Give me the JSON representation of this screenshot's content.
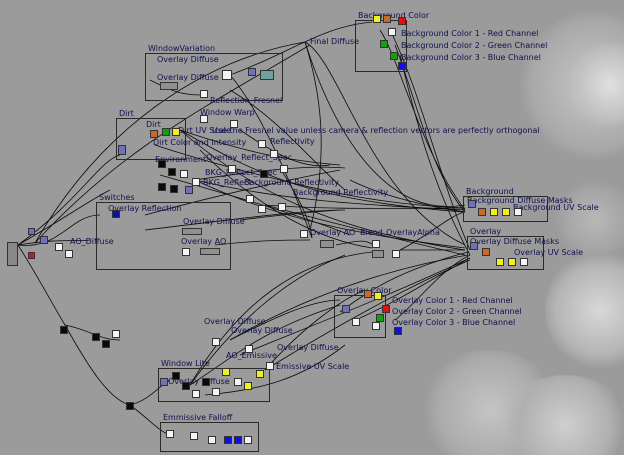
{
  "groups": [
    {
      "label": "WindowVariation"
    },
    {
      "label": "Dirt"
    },
    {
      "label": "Switches"
    },
    {
      "label": "Background Color"
    },
    {
      "label": "Background"
    },
    {
      "label": "Overlay"
    },
    {
      "label": "Overlay Color"
    },
    {
      "label": "Window Lite"
    },
    {
      "label": "Emmissive Falloff"
    }
  ],
  "labels": [
    "Final Diffuse",
    "Background Color 1 - Red Channel",
    "Background Color 2 - Green Channel",
    "Background Color 3 - Blue Channel",
    "Overlay Diffuse",
    "Overlay Diffuse",
    "Reflection_Fresnel",
    "Window Warp",
    "Dirt",
    "Dirt UV Scale",
    "Use the Fresnel value unless camera & reflection vectors are perfectly orthogonal",
    "Dirt Color and Intensity",
    "Reflectivity",
    "Environment",
    "Overlay_Reflect_Spec",
    "BKG_Reflect_Spec",
    "BKG_Reflect",
    "Background Reflectivity",
    "Background Reflectivity",
    "Overlay Reflection",
    "Overlay Diffuse",
    "AO_Diffuse",
    "Overlay AO",
    "Overlay AO",
    "Blend",
    "OverlayAlpha",
    "Background Diffuse Masks",
    "Background UV Scale",
    "Overlay Diffuse Masks",
    "Overlay UV Scale",
    "Overlay Color 1 - Red Channel",
    "Overlay Color 2 - Green Channel",
    "Overlay Color 3 - Blue Channel",
    "Overlay Diffuse",
    "Overlay Diffuse",
    "AO_Emissive",
    "Overlay Diffuse",
    "Emissive UV Scale",
    "Overlay Diffuse"
  ],
  "colors": {
    "canvas": "#9b9b9b",
    "wire": "#0a0a0a",
    "label_text": "#101050",
    "red": "#e01010",
    "green": "#10a010",
    "blue": "#1010e0",
    "yellow": "#f0f020",
    "white": "#f4f4f4",
    "black": "#0a0a0a",
    "purple": "#7070c0"
  }
}
